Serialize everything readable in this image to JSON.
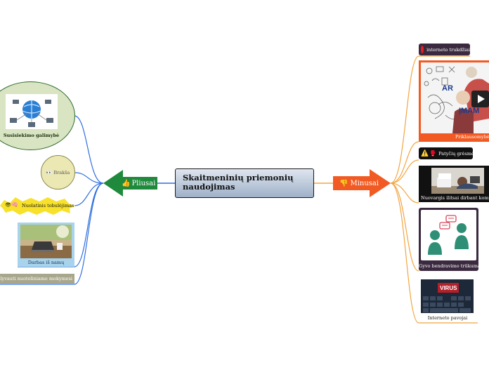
{
  "central": {
    "title": "Skaitmeninių priemonių naudojimas"
  },
  "left": {
    "label": "Pliusai",
    "icon": "thumbs-up-icon",
    "color": "#1f8a3c",
    "items": [
      {
        "text": "Susisiekimo galimybė",
        "icon": "network-globe-icon"
      },
      {
        "text": "Brakša",
        "icon": "eyes-icon"
      },
      {
        "text": "Nuolatinis tobulėjimas",
        "icon": "brain-icon"
      },
      {
        "text": "Darbas iš namų",
        "icon": "laptop-photo"
      },
      {
        "text": "dalyvauti nuotoliniame mokymesi",
        "icon": ""
      }
    ]
  },
  "right": {
    "label": "Minusai",
    "icon": "thumbs-down-icon",
    "color": "#f15a22",
    "items": [
      {
        "text": "interneto trukdžiai",
        "icon": "red-circle-icon"
      },
      {
        "text": "Priklausomybė n",
        "icon": "video-thumbnail",
        "image_caption": "AR ĮMAM"
      },
      {
        "text": "Patyčių grėsmė",
        "icon": "warning-icon"
      },
      {
        "text": "Nuovargis ilitsai dirbant kompiutą",
        "icon": "tired-worker-photo"
      },
      {
        "text": "Gyvo bendravimo trūkumas",
        "icon": "chat-people-icon"
      },
      {
        "text": "Interneto pavojai",
        "icon": "virus-keyboard-photo",
        "image_caption": "VIRUS"
      }
    ]
  },
  "colors": {
    "left_line": "#2f6fe0",
    "right_line": "#f2a541"
  }
}
